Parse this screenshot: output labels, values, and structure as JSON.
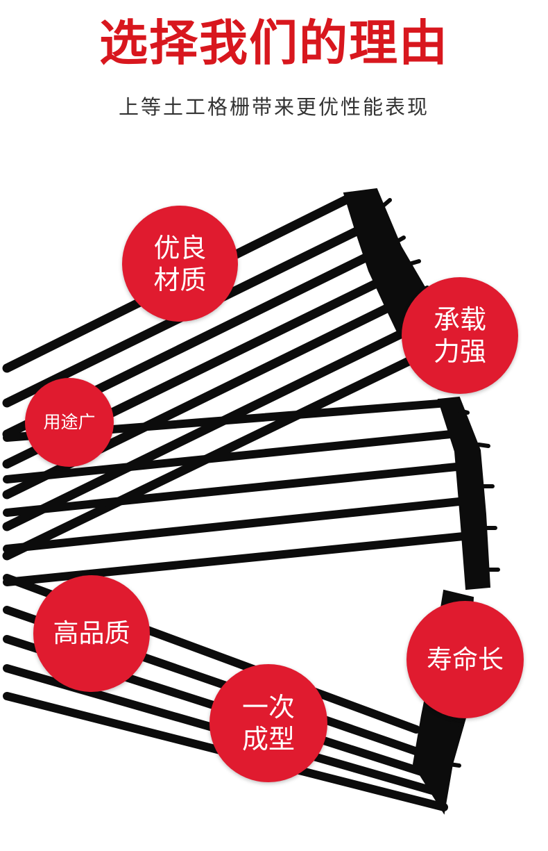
{
  "header": {
    "title": "选择我们的理由",
    "subtitle": "上等土工格栅带来更优性能表现"
  },
  "colors": {
    "accent": "#e01b2f",
    "title": "#d8171e",
    "grid": "#0c0c0c",
    "badge_text": "#ffffff"
  },
  "badges": [
    {
      "label": "优良\n材质"
    },
    {
      "label": "承载\n力强"
    },
    {
      "label": "用途广"
    },
    {
      "label": "高品质"
    },
    {
      "label": "寿命长"
    },
    {
      "label": "一次\n成型"
    }
  ]
}
